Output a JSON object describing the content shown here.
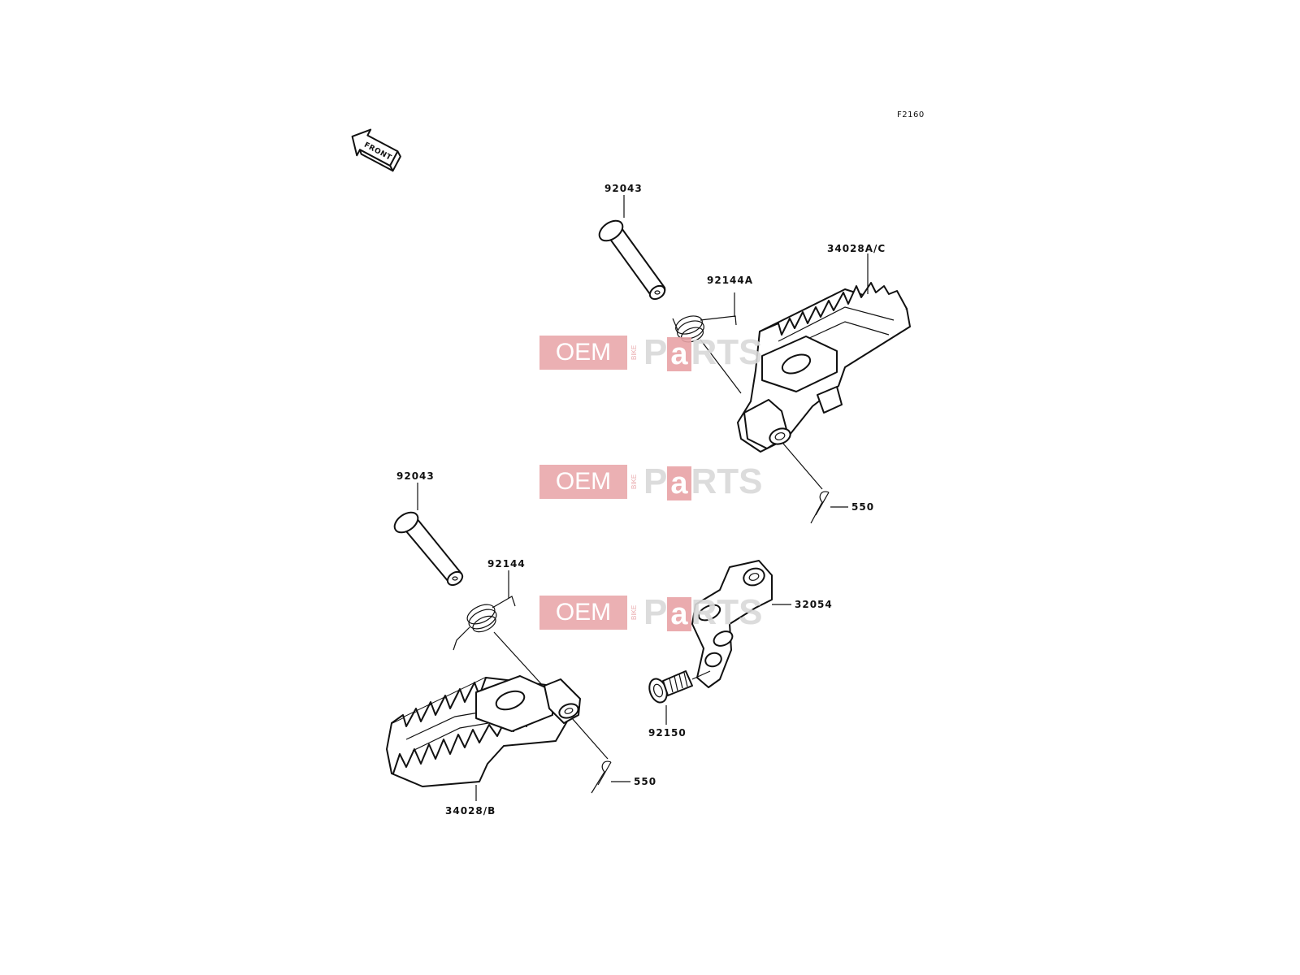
{
  "diagram_code": "F2160",
  "front_label": "FRONT",
  "callouts": {
    "pin_upper": "92043",
    "spring_upper": "92144A",
    "footpeg_right": "34028A/C",
    "cotter_upper": "550",
    "pin_lower": "92043",
    "spring_lower": "92144",
    "bracket": "32054",
    "bolt": "92150",
    "footpeg_left": "34028/B",
    "cotter_lower": "550"
  },
  "watermark": {
    "oem": "OEM",
    "bike": "BIKE",
    "p": "P",
    "a": "a",
    "rts": "RTS"
  },
  "colors": {
    "line": "#111111",
    "watermark_red": "#e8a3a6",
    "watermark_gray": "#d9d9d9"
  }
}
